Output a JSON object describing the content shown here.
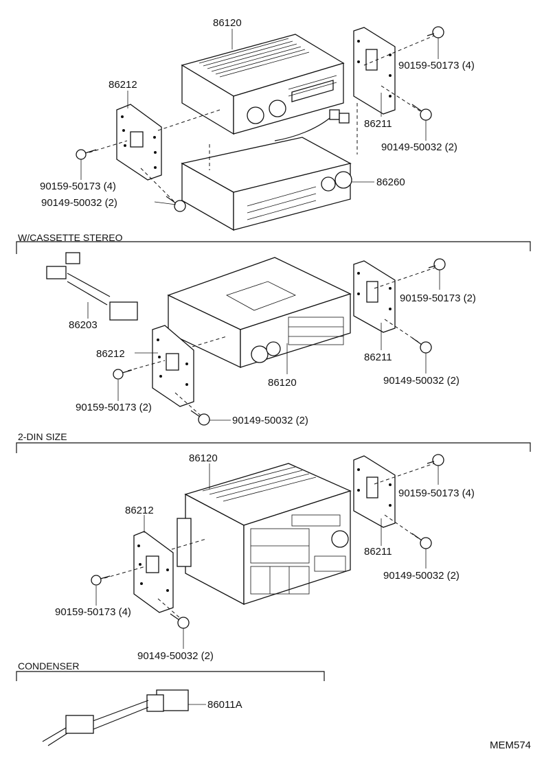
{
  "figure_code": "MEM574",
  "sections": {
    "cassette": "W/CASSETTE STEREO",
    "din": "2-DIN SIZE",
    "condenser": "CONDENSER"
  },
  "group1": {
    "unit": "86120",
    "bracket_left": "86212",
    "bracket_right": "86211",
    "deck": "86260",
    "bolt_left": "90159-50173 (4)",
    "screw_left": "90149-50032 (2)",
    "bolt_right": "90159-50173 (4)",
    "screw_right": "90149-50032 (2)"
  },
  "group2": {
    "harness": "86203",
    "unit": "86120",
    "bracket_left": "86212",
    "bracket_right": "86211",
    "bolt_left": "90159-50173 (2)",
    "screw_left": "90149-50032 (2)",
    "bolt_right": "90159-50173 (2)",
    "screw_right": "90149-50032 (2)"
  },
  "group3": {
    "unit": "86120",
    "bracket_left": "86212",
    "bracket_right": "86211",
    "bolt_left": "90159-50173 (4)",
    "screw_left": "90149-50032 (2)",
    "bolt_right": "90159-50173 (4)",
    "screw_right": "90149-50032 (2)"
  },
  "group4": {
    "condenser": "86011A"
  }
}
